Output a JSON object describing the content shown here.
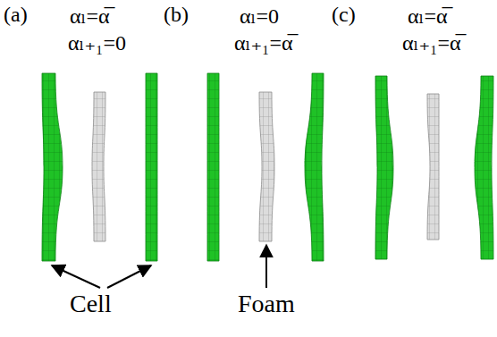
{
  "diagram": {
    "labels": [
      "(a)",
      "αₗ=α̅",
      "αₗ₊₁=0",
      "(b)",
      "αₗ=0",
      "αₗ₊₁=α̅",
      "(c)",
      "αₗ=α̅",
      "αₗ₊₁=α̅",
      "Cell",
      "Foam"
    ]
  }
}
